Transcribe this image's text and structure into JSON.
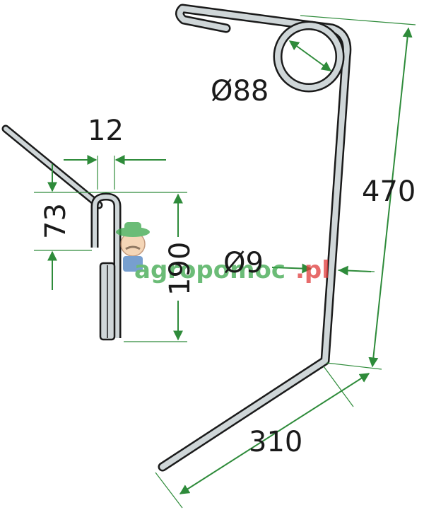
{
  "colors": {
    "dimension_line": "#2e8b3a",
    "part_outline": "#1a1a1a",
    "part_fill": "#cfd6d8",
    "extension_line": "#2e8b3a",
    "watermark_green": "#3aa64a",
    "watermark_red": "#e03a3a"
  },
  "dimensions": {
    "coil_diameter": "Ø88",
    "wire_diameter": "Ø9",
    "total_height": "470",
    "foot_length": "310",
    "side_width": "12",
    "side_top_height": "73",
    "side_height": "190"
  },
  "watermark": {
    "text_green": "agropomoc",
    "text_red": ".pl"
  }
}
